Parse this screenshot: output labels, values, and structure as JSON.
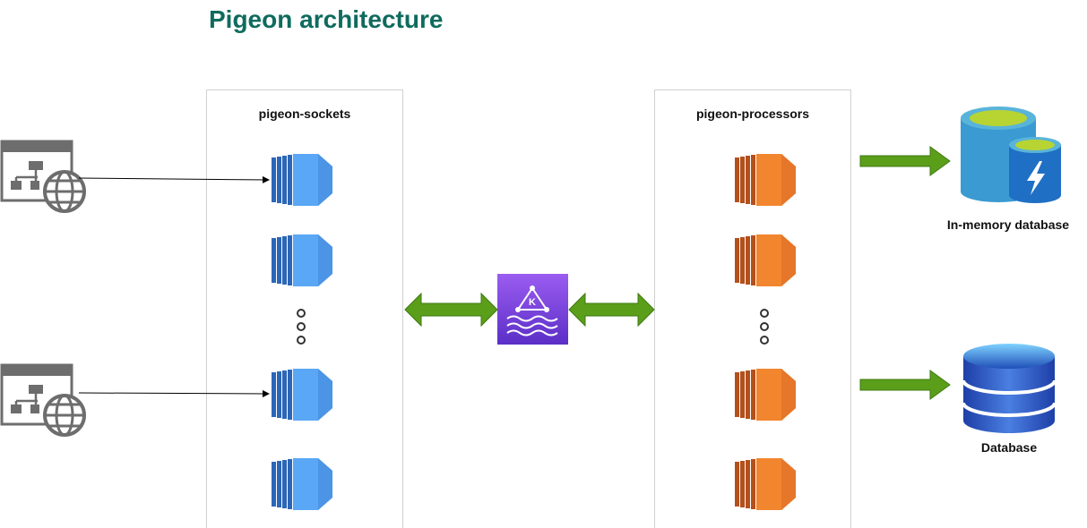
{
  "title": "Pigeon architecture",
  "panels": {
    "sockets": {
      "label": "pigeon-sockets"
    },
    "processors": {
      "label": "pigeon-processors"
    }
  },
  "stores": {
    "inmemory": {
      "label": "In-memory database"
    },
    "database": {
      "label": "Database"
    }
  },
  "icons": {
    "client_icon": "web-application-icon",
    "socket_instance": "compute-instance-icon",
    "processor_instance": "compute-instance-icon",
    "broker": "kafka-streaming-icon",
    "inmemory_store": "cache-database-icon",
    "db_store": "database-icon"
  },
  "colors": {
    "title": "#0f6b5e",
    "socket_blue": "#5aa7f5",
    "processor_orange": "#f2862e",
    "arrow_green": "#5a9e1a",
    "broker_purple": "#7a3fe0"
  }
}
